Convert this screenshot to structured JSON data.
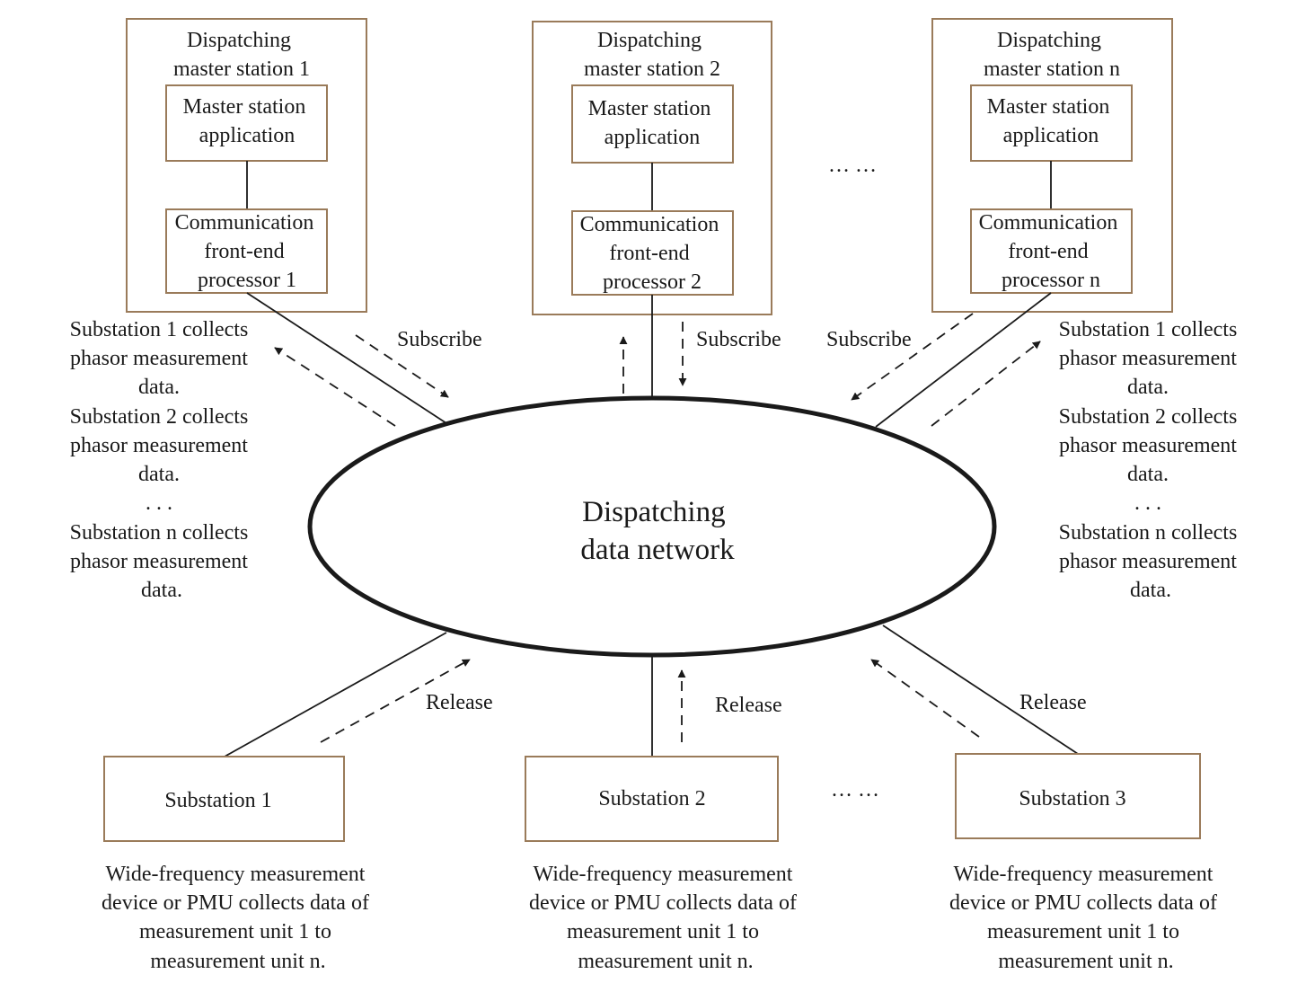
{
  "masters": [
    {
      "title": [
        "Dispatching",
        "master station 1"
      ],
      "application": [
        "Master station",
        "application"
      ],
      "processor": [
        "Communication",
        "front-end",
        "processor 1"
      ]
    },
    {
      "title": [
        "Dispatching",
        "master station 2"
      ],
      "application": [
        "Master station",
        "application"
      ],
      "processor": [
        "Communication",
        "front-end",
        "processor 2"
      ]
    },
    {
      "title": [
        "Dispatching",
        "master station n"
      ],
      "application": [
        "Master station",
        "application"
      ],
      "processor": [
        "Communication",
        "front-end",
        "processor n"
      ]
    }
  ],
  "ellipsis": "… …",
  "network": [
    "Dispatching",
    "data network"
  ],
  "subscribe": "Subscribe",
  "release": "Release",
  "collects": [
    "Substation 1 collects",
    "phasor measurement",
    "data.",
    "Substation 2 collects",
    "phasor measurement",
    "data.",
    ". . .",
    "Substation n collects",
    "phasor measurement",
    "data."
  ],
  "substations": [
    {
      "label": "Substation 1",
      "desc": [
        "Wide-frequency measurement",
        "device or PMU collects data of",
        "measurement unit 1 to",
        "measurement unit n."
      ]
    },
    {
      "label": "Substation 2",
      "desc": [
        "Wide-frequency measurement",
        "device or PMU collects data of",
        "measurement unit 1 to",
        "measurement unit n."
      ]
    },
    {
      "label": "Substation 3",
      "desc": [
        "Wide-frequency measurement",
        "device or PMU collects data of",
        "measurement unit 1 to",
        "measurement unit n."
      ]
    }
  ]
}
